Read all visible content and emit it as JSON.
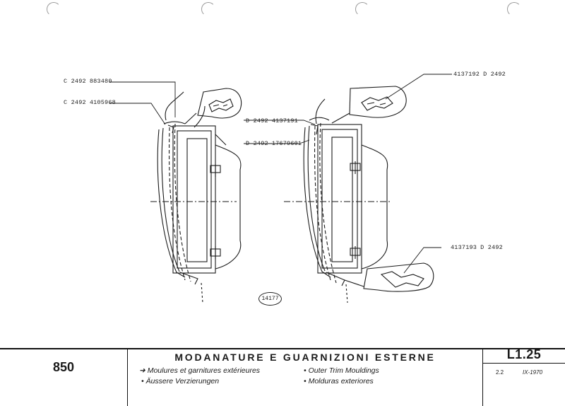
{
  "callouts": [
    {
      "id": "c1",
      "code": "C 2492",
      "part": "883480"
    },
    {
      "id": "c2",
      "code": "C 2492",
      "part": "4105968"
    },
    {
      "id": "c3",
      "code": "D 2492",
      "part": "4137191"
    },
    {
      "id": "c4",
      "code": "D 2492",
      "part": "17679601"
    },
    {
      "id": "c5",
      "code": "D 2492",
      "part": "4137192"
    },
    {
      "id": "c6",
      "code": "D 2492",
      "part": "4137193"
    }
  ],
  "drawing_ref": "14177",
  "footer": {
    "page_number": "850",
    "title": "MODANATURE E GUARNIZIONI ESTERNE",
    "subtitles": {
      "fr": "Moulures et garnitures extérieures",
      "de": "Äussere Verzierungen",
      "en": "Outer Trim Mouldings",
      "es": "Molduras exteriores"
    },
    "section_code": "L1.25",
    "edition": "2.2",
    "date": "IX-1970"
  },
  "colors": {
    "ink": "#1a1a1a",
    "paper": "#ffffff",
    "punch_hole": "#9a9a9a"
  }
}
